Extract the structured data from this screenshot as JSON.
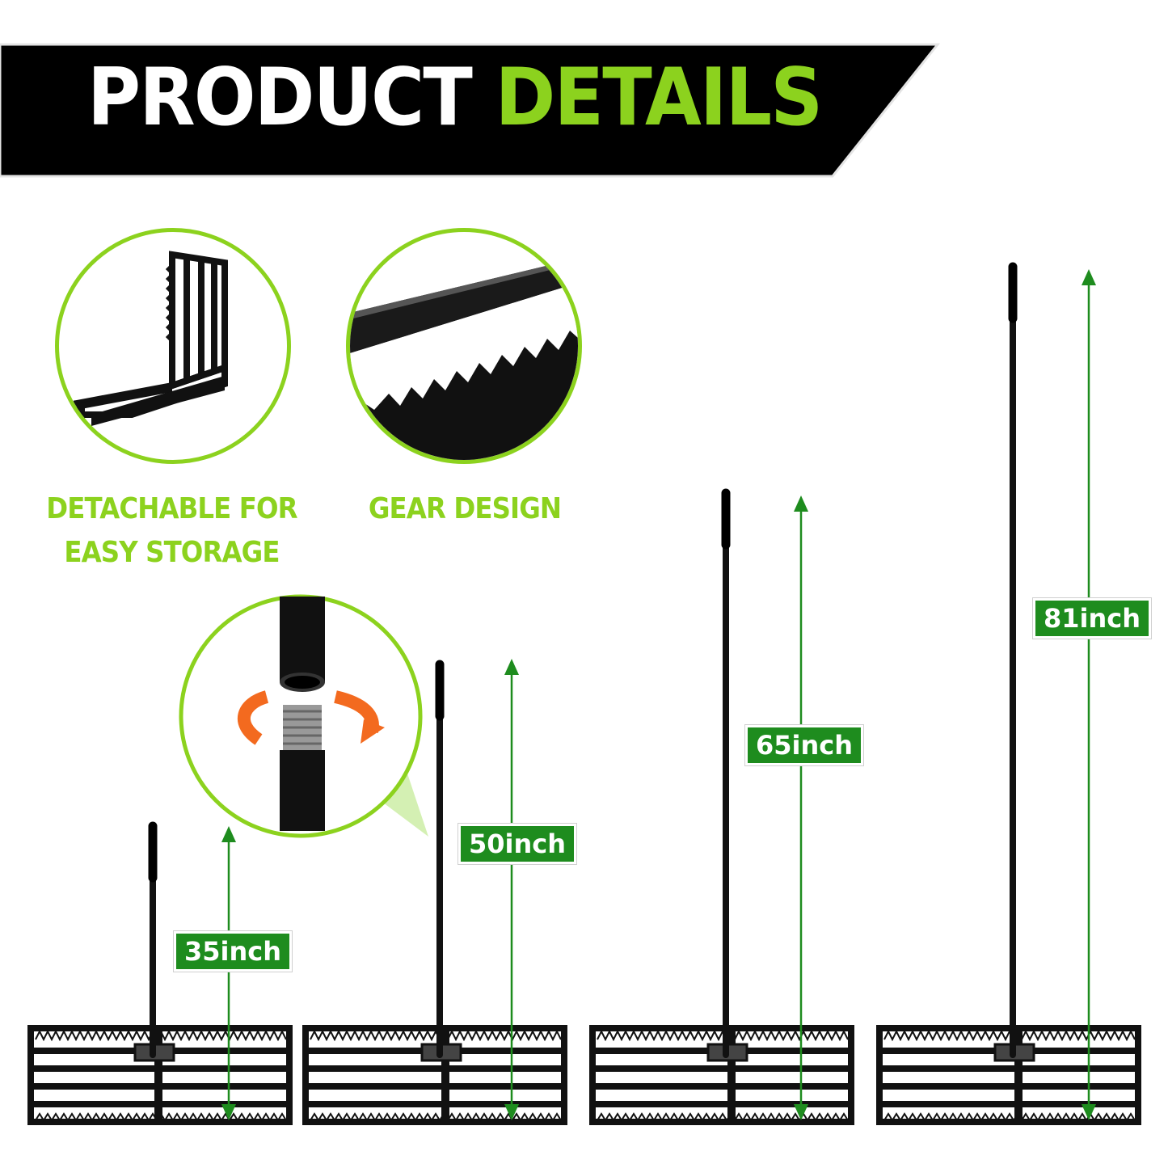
{
  "header": {
    "title_part1": "PRODUCT",
    "title_part2": "DETAILS"
  },
  "features": [
    {
      "caption_line1": "DETACHABLE FOR",
      "caption_line2": "EASY STORAGE",
      "icon": "folding-frame-icon"
    },
    {
      "caption_line1": "GEAR DESIGN",
      "icon": "serrated-edge-icon"
    },
    {
      "icon": "screw-joint-icon"
    }
  ],
  "sizes": [
    {
      "label": "35inch"
    },
    {
      "label": "50inch"
    },
    {
      "label": "65inch"
    },
    {
      "label": "81inch"
    }
  ],
  "colors": {
    "accent": "#8cd21e",
    "label_bg": "#1e8c1e",
    "banner": "#000000"
  }
}
